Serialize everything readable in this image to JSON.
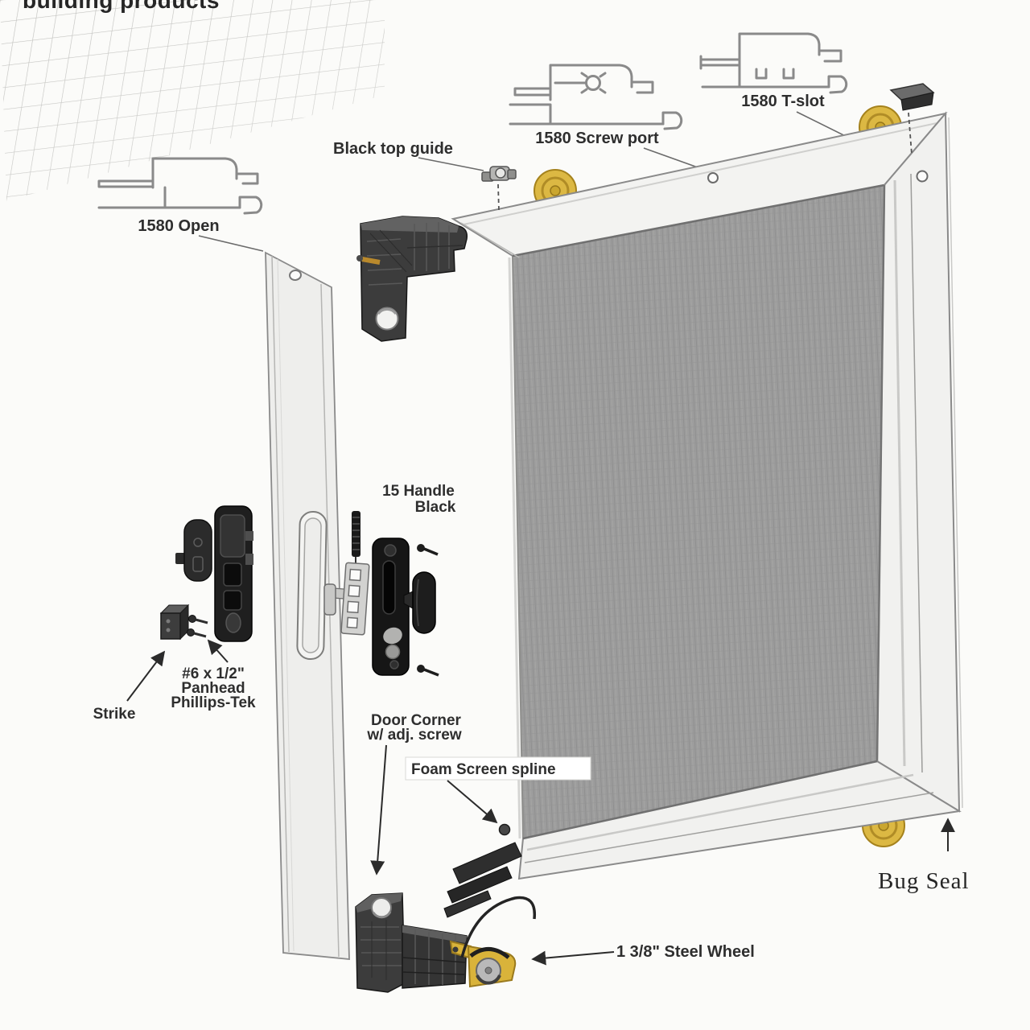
{
  "header": {
    "brand_text": "building products"
  },
  "labels": {
    "profile_open": "1580 Open",
    "profile_screw_port": "1580 Screw port",
    "profile_t_slot": "1580 T-slot",
    "black_top_guide": "Black top guide",
    "handle_line1": "15 Handle",
    "handle_line2": "Black",
    "screw_spec_line1": "#6 x 1/2\"",
    "screw_spec_line2": "Panhead",
    "screw_spec_line3": "Phillips-Tek",
    "strike": "Strike",
    "door_corner_line1": "Door Corner",
    "door_corner_line2": "w/ adj. screw",
    "foam_spline": "Foam Screen spline",
    "steel_wheel": "1 3/8\" Steel Wheel",
    "bug_seal": "Bug Seal"
  },
  "colors": {
    "background": "#fbfbf9",
    "wheel_yellow": "#dcb843",
    "wheel_yellow_dark": "#a5821c",
    "mesh_gray": "#9c9c9c",
    "frame_white": "#f3f3f1",
    "line_gray": "#8a8a8a",
    "text_dark": "#2e2e2e",
    "bracket_dark": "#3c3c3c",
    "brass_screw": "#b9892c"
  }
}
